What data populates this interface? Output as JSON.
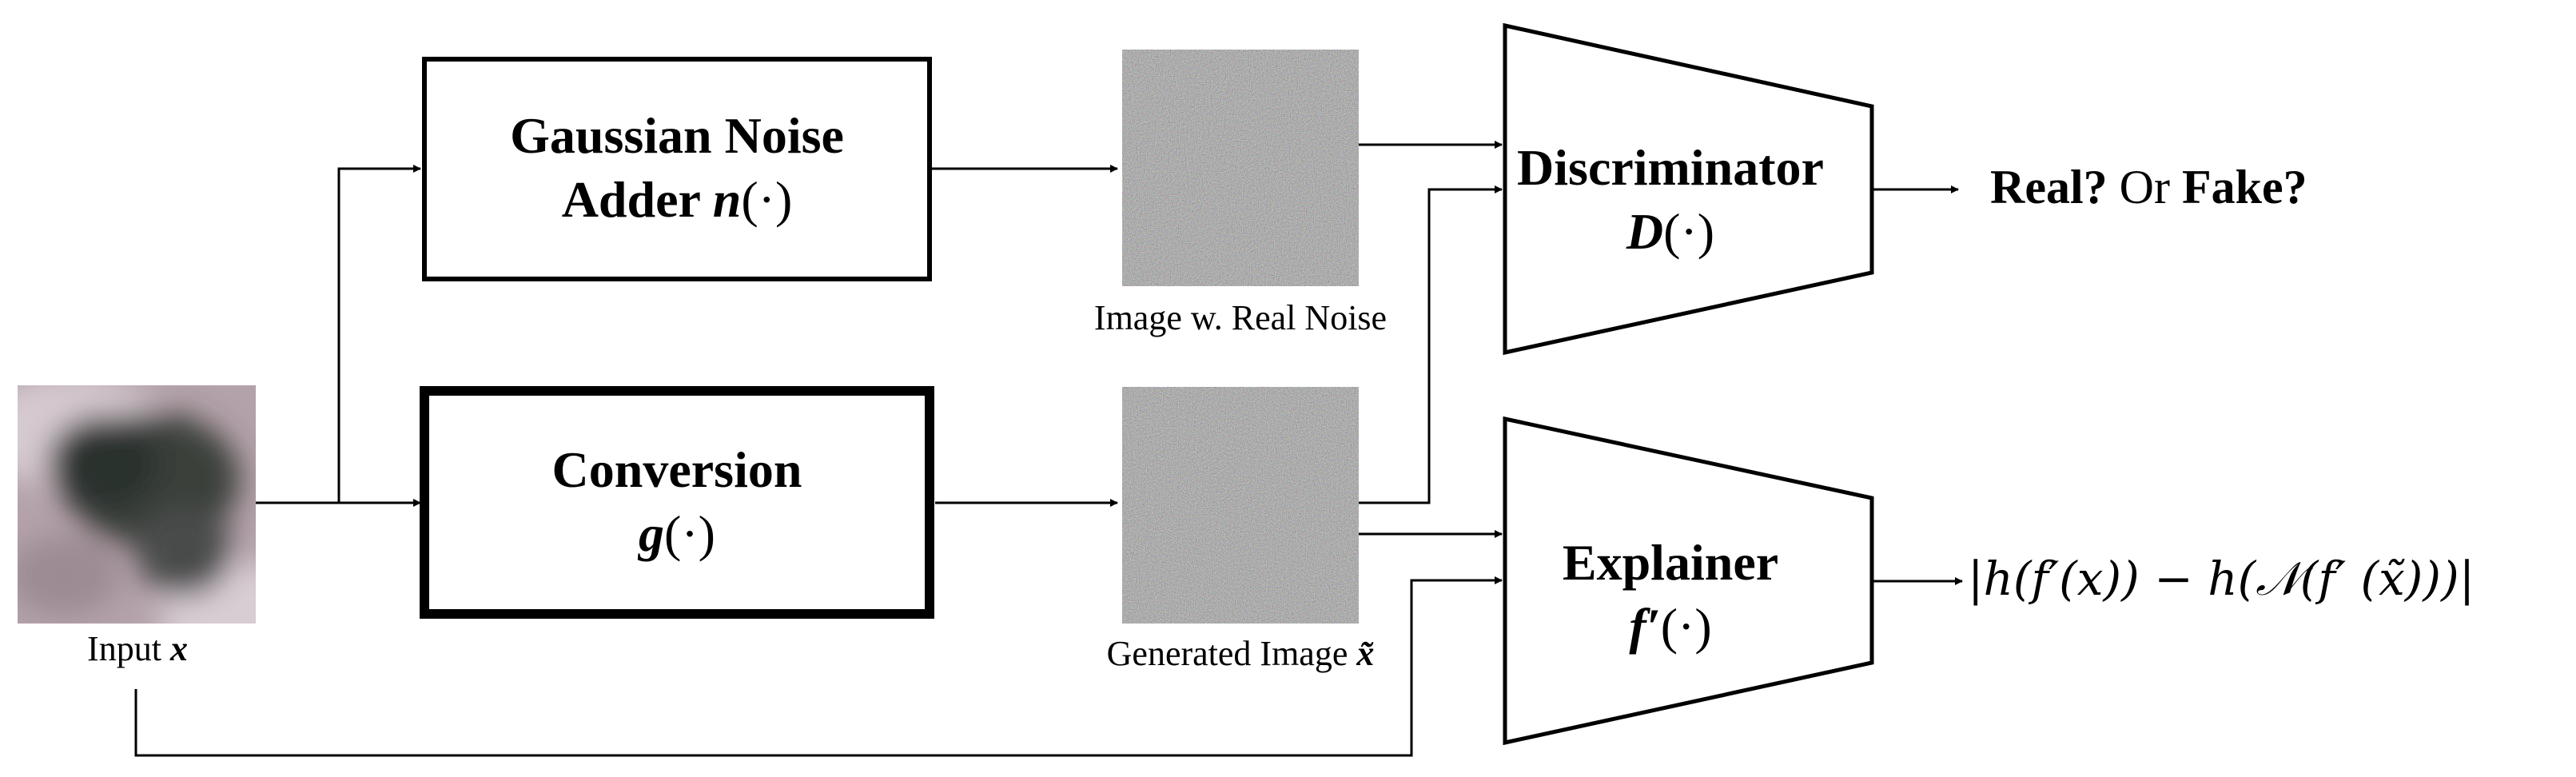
{
  "blocks": {
    "noise_adder": {
      "line1": "Gaussian Noise",
      "line2_text": "Adder ",
      "line2_math": "n",
      "line2_arg": "(·)"
    },
    "conversion": {
      "line1": "Conversion",
      "line2_math": "g",
      "line2_arg": "(·)"
    },
    "discriminator": {
      "line1": "Discriminator",
      "line2_math": "D",
      "line2_arg": "(·)"
    },
    "explainer": {
      "line1": "Explainer",
      "line2_math": "f′",
      "line2_arg": "(·)"
    }
  },
  "captions": {
    "input": {
      "text": "Input ",
      "math": "x"
    },
    "real_noise": "Image w. Real Noise",
    "generated": {
      "text": "Generated Image ",
      "math": "x̃"
    }
  },
  "outputs": {
    "discriminator": {
      "part1": "Real?",
      "part2": " Or ",
      "part3": "Fake?"
    },
    "explainer_formula": "|h(f′(x)) − h(𝒩(f′ (x̃)))|"
  }
}
